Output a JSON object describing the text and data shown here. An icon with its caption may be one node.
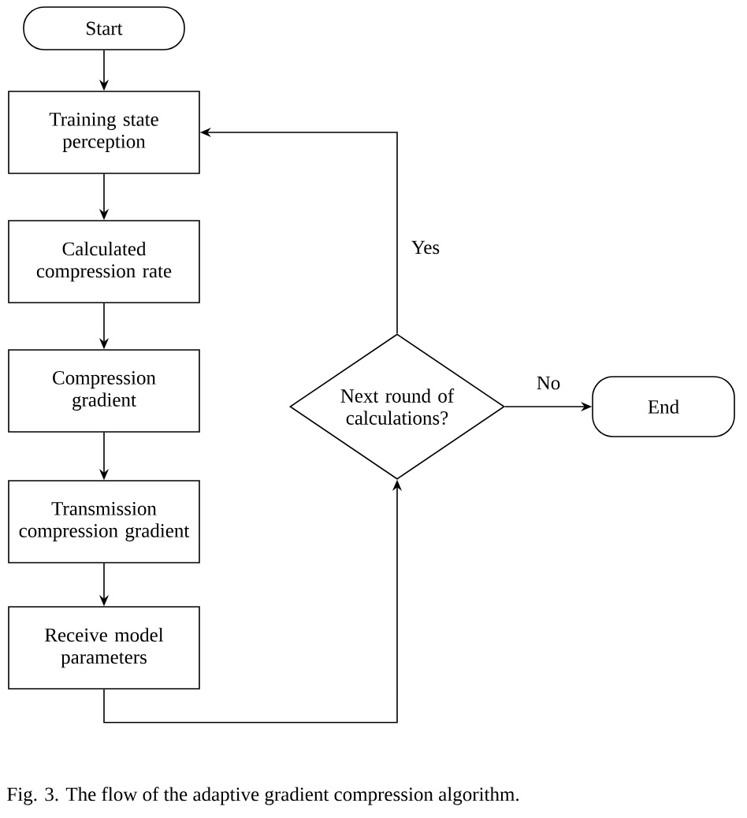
{
  "diagram": {
    "caption": "Fig. 3.  The flow of the adaptive gradient compression algorithm.",
    "nodes": [
      {
        "text": [
          "Start"
        ]
      },
      {
        "text": [
          "Training state perception"
        ]
      },
      {
        "text": [
          "Calculated compression rate"
        ]
      },
      {
        "text": [
          "Compression gradient"
        ]
      },
      {
        "text": [
          "Transmission compression gradient"
        ]
      },
      {
        "text": [
          "Receive model parameters"
        ]
      },
      {
        "text": [
          "Next round of calculations?"
        ]
      },
      {
        "text": [
          "End"
        ]
      }
    ],
    "edges": [
      {
        "from": 0,
        "to": 1,
        "arrow": "to"
      },
      {
        "from": 1,
        "to": 2,
        "arrow": "to"
      },
      {
        "from": 2,
        "to": 3,
        "arrow": "to"
      },
      {
        "from": 3,
        "to": 4,
        "arrow": "to"
      },
      {
        "from": 4,
        "to": 5,
        "arrow": "to"
      },
      {
        "from": 5,
        "to": 6,
        "arrow": "to"
      },
      {
        "from": 6,
        "to": 1,
        "arrow": "to",
        "label": "Yes"
      },
      {
        "from": 6,
        "to": 7,
        "arrow": "to",
        "label": "No"
      }
    ]
  }
}
